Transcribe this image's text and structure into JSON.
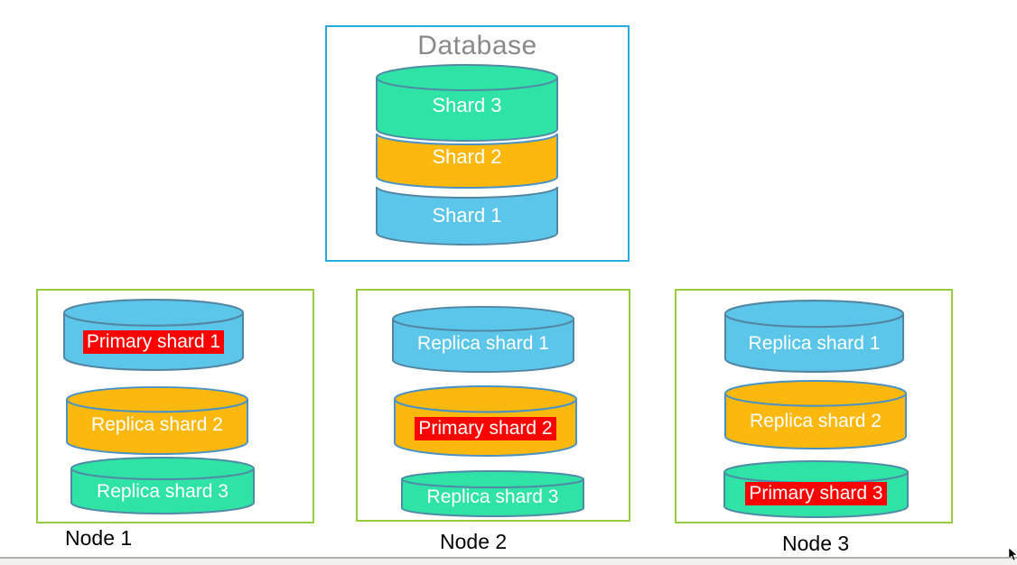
{
  "colors": {
    "shard_blue": "#5bc6ea",
    "shard_orange": "#fcb80d",
    "shard_teal": "#2ee3a5",
    "primary_highlight": "#ff0000",
    "database_border": "#29abe2",
    "node_border": "#97ce3e",
    "title_gray": "#8a8a8a"
  },
  "database": {
    "title": "Database",
    "shards": [
      {
        "label": "Shard 3",
        "color": "teal"
      },
      {
        "label": "Shard 2",
        "color": "orange"
      },
      {
        "label": "Shard 1",
        "color": "blue"
      }
    ]
  },
  "nodes": [
    {
      "label": "Node 1",
      "shards": [
        {
          "label": "Primary shard 1",
          "color": "blue",
          "role": "primary"
        },
        {
          "label": "Replica shard 2",
          "color": "orange",
          "role": "replica"
        },
        {
          "label": "Replica shard 3",
          "color": "teal",
          "role": "replica"
        }
      ]
    },
    {
      "label": "Node 2",
      "shards": [
        {
          "label": "Replica shard 1",
          "color": "blue",
          "role": "replica"
        },
        {
          "label": "Primary shard 2",
          "color": "orange",
          "role": "primary"
        },
        {
          "label": "Replica shard 3",
          "color": "teal",
          "role": "replica"
        }
      ]
    },
    {
      "label": "Node 3",
      "shards": [
        {
          "label": "Replica shard 1",
          "color": "blue",
          "role": "replica"
        },
        {
          "label": "Replica shard 2",
          "color": "orange",
          "role": "replica"
        },
        {
          "label": "Primary shard 3",
          "color": "teal",
          "role": "primary"
        }
      ]
    }
  ]
}
